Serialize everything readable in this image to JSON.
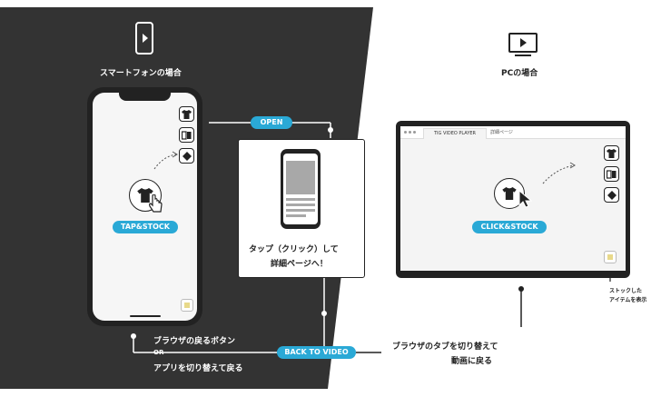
{
  "smartphone": {
    "title": "スマートフォンの場合",
    "pill": "TAP&STOCK",
    "icons": [
      "phone-play-icon",
      "tshirt-icon",
      "book-icon",
      "ticket-icon",
      "stock-tray-icon"
    ]
  },
  "pc": {
    "title": "PCの場合",
    "tab_active": "TIG VIDEO PLAYER",
    "tab_other": "詳細ページ",
    "pill": "CLICK&STOCK",
    "stock_note": [
      "ストックした",
      "アイテムを表示"
    ]
  },
  "detail": {
    "open_pill": "OPEN",
    "caption_line1": "タップ（クリック）して",
    "caption_line2": "詳細ページへ！"
  },
  "back": {
    "pill": "BACK TO VIDEO",
    "phone_line1": "ブラウザの戻るボタン",
    "phone_or": "OR",
    "phone_line2": "アプリを切り替えて戻る",
    "pc_line1": "ブラウザのタブを切り替えて",
    "pc_line2": "動画に戻る"
  },
  "colors": {
    "dark_panel": "#333333",
    "accent": "#2aa9d6",
    "line": "#222222"
  }
}
